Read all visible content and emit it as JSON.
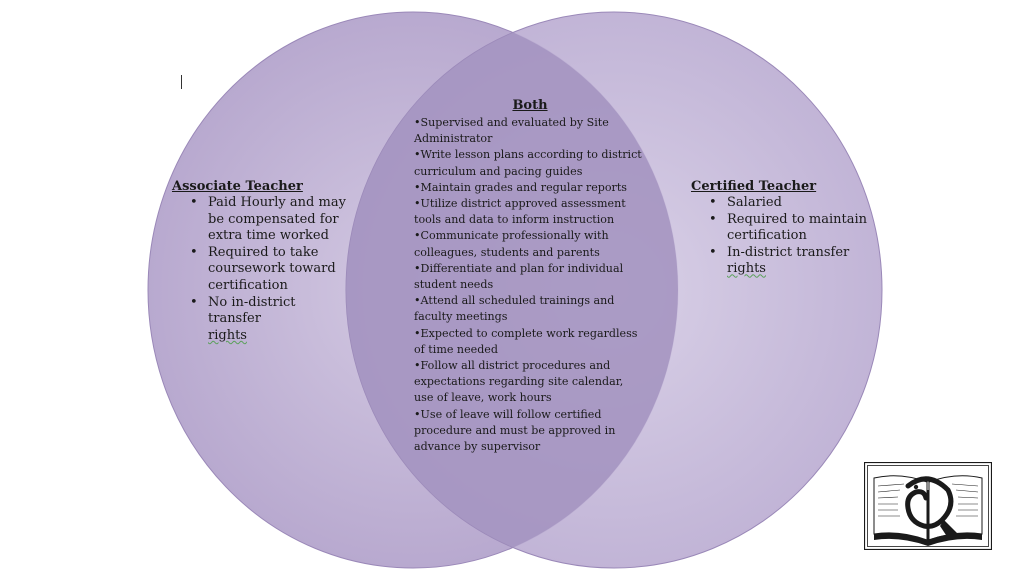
{
  "diagram": {
    "left": {
      "title": "Associate Teacher",
      "items": [
        "Paid Hourly and may be compensated for extra time worked",
        "Required to take coursework toward certification",
        "No in-district transfer"
      ],
      "item_last_word": "rights"
    },
    "right": {
      "title": "Certified Teacher",
      "items": [
        "Salaried",
        "Required to maintain certification",
        "In-district transfer"
      ],
      "item_last_word": "rights"
    },
    "center": {
      "title": "Both",
      "items": [
        "•Supervised and evaluated by Site Administrator",
        "•Write lesson plans according to district curriculum and pacing guides",
        "•Maintain grades and regular reports",
        "•Utilize district approved assessment tools and data to inform instruction",
        "•Communicate professionally with colleagues, students and parents",
        "•Differentiate and plan for individual student needs",
        "•Attend all scheduled trainings and faculty meetings",
        "•Expected to complete work regardless of time needed",
        "•Follow all district procedures and expectations regarding site calendar, use of leave, work hours",
        "•Use of leave will follow certified procedure and must be approved in advance by supervisor"
      ]
    },
    "colors": {
      "circle_fill": "#c9bcdb",
      "overlap_fill": "#a897c2",
      "circle_edge": "#8e7aad",
      "logo_ink": "#1a1a1a"
    }
  }
}
